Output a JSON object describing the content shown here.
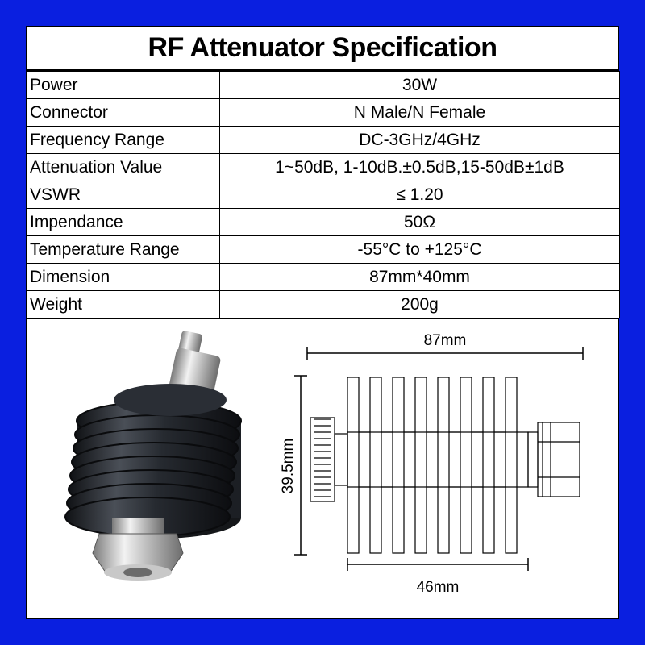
{
  "title": "RF Attenuator Specification",
  "specs": [
    {
      "label": "Power",
      "value": "30W"
    },
    {
      "label": "Connector",
      "value": "N Male/N Female"
    },
    {
      "label": "Frequency Range",
      "value": "DC-3GHz/4GHz"
    },
    {
      "label": "Attenuation Value",
      "value": "1~50dB, 1-10dB.±0.5dB,15-50dB±1dB"
    },
    {
      "label": "VSWR",
      "value": "≤ 1.20"
    },
    {
      "label": "Impendance",
      "value": "50Ω"
    },
    {
      "label": "Temperature Range",
      "value": "-55°C to +125°C"
    },
    {
      "label": "Dimension",
      "value": "87mm*40mm"
    },
    {
      "label": "Weight",
      "value": "200g"
    }
  ],
  "drawing": {
    "length_label": "87mm",
    "height_label": "39.5mm",
    "body_label": "46mm"
  },
  "colors": {
    "frame": "#0a1fe0",
    "heatsink": "#1c1f24"
  }
}
